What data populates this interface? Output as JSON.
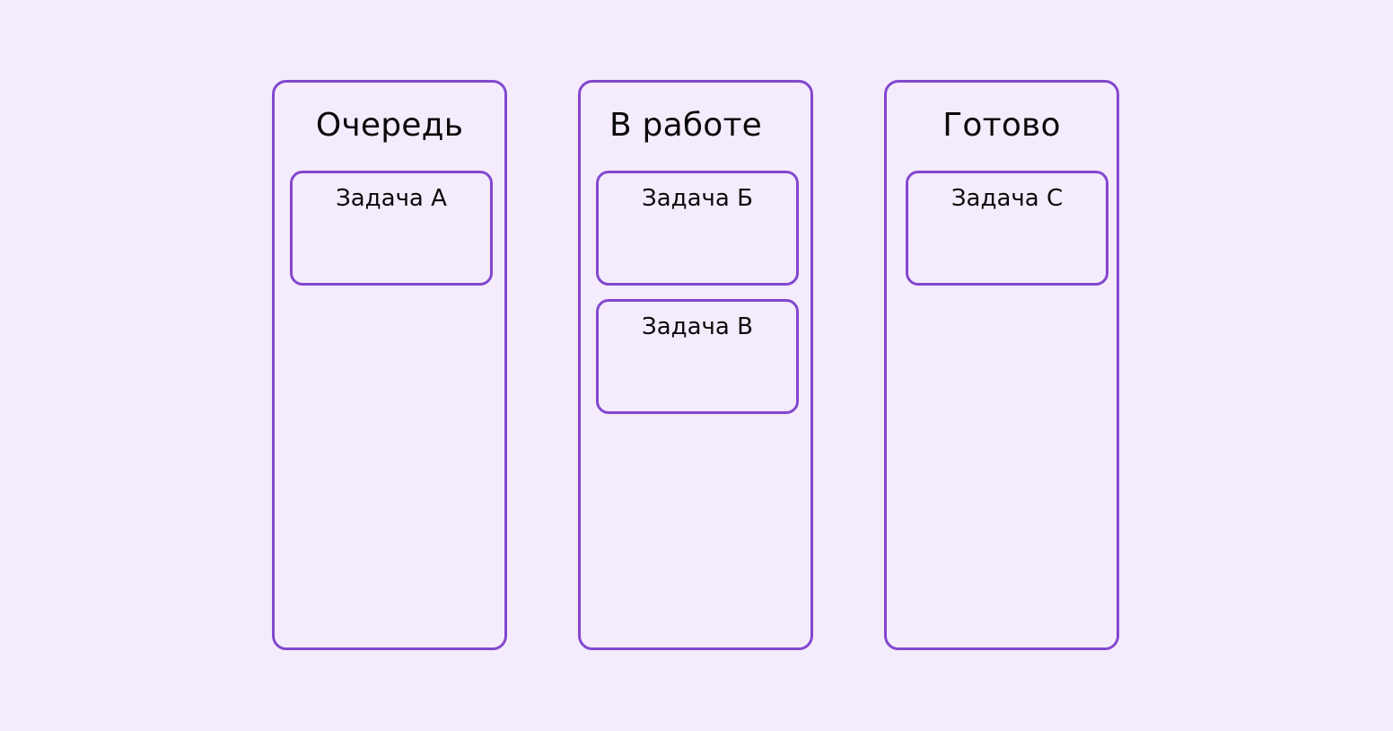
{
  "board": {
    "columns": [
      {
        "title": "Очередь",
        "cards": [
          {
            "label": "Задача А"
          }
        ]
      },
      {
        "title": "В работе",
        "cards": [
          {
            "label": "Задача Б"
          },
          {
            "label": "Задача В"
          }
        ]
      },
      {
        "title": "Готово",
        "cards": [
          {
            "label": "Задача С"
          }
        ]
      }
    ]
  },
  "colors": {
    "background": "#F4ECFC",
    "border": "#8248CF",
    "text": "#0A0A0A"
  }
}
